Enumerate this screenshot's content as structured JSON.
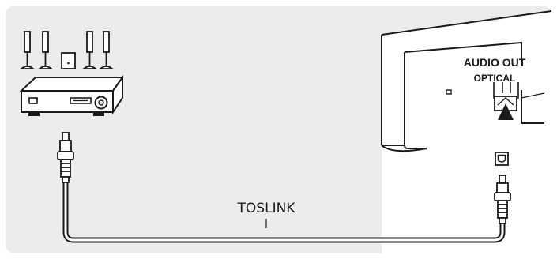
{
  "labels": {
    "audio_out": "AUDIO OUT",
    "optical": "OPTICAL",
    "cable": "TOSLINK"
  },
  "icons": {
    "speakers": "speaker-icon",
    "subwoofer": "subwoofer-icon",
    "receiver": "av-receiver-icon",
    "tv": "tv-back-panel-icon",
    "port": "optical-port-icon",
    "plug": "toslink-plug-icon"
  },
  "colors": {
    "panel_bg": "#ececec",
    "stroke": "#1a1a1a",
    "fill_white": "#ffffff",
    "fill_dark": "#1a1a1a"
  }
}
